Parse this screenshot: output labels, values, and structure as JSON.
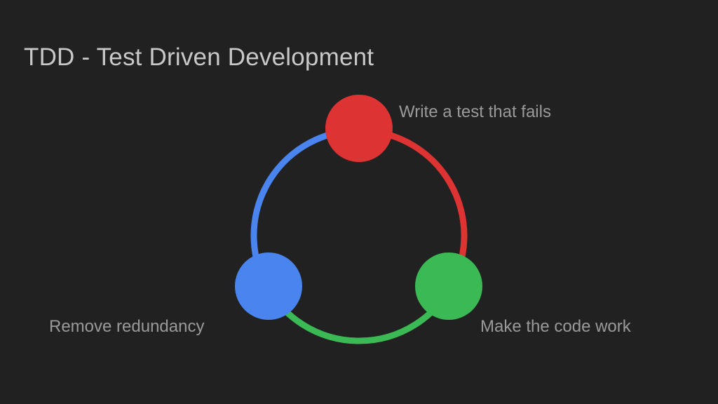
{
  "slide": {
    "title": "TDD - Test Driven Development"
  },
  "cycle": {
    "steps": [
      {
        "label": "Write a test that fails",
        "color": "#dd3333"
      },
      {
        "label": "Make the code work",
        "color": "#3bb954"
      },
      {
        "label": "Remove redundancy",
        "color": "#4a84ef"
      }
    ]
  },
  "colors": {
    "background": "#212121",
    "title": "#c8c8c8",
    "label": "#9a9a9a"
  }
}
